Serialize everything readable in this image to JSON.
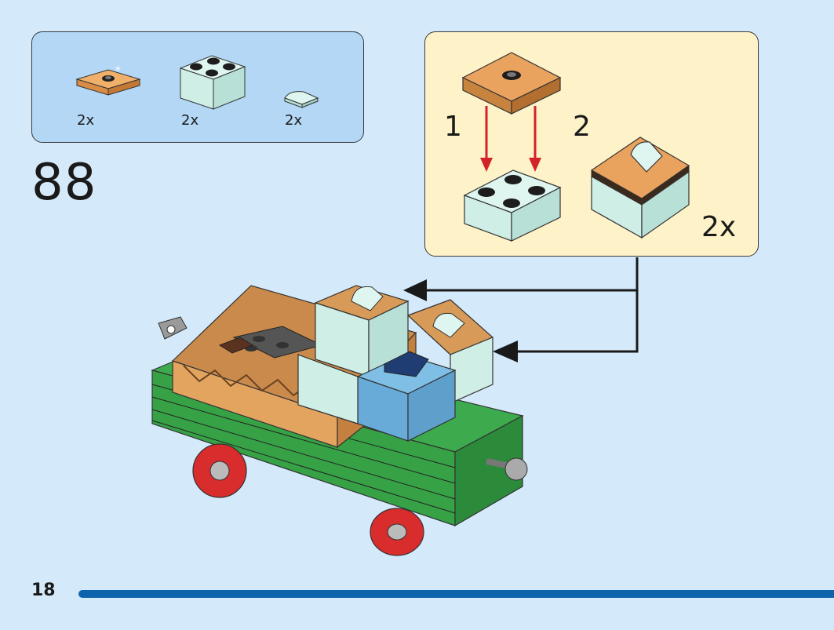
{
  "parts_list": {
    "items": [
      {
        "name": "plate-2x2-with-center-stud",
        "color": "#e9a35e",
        "quantity": "2x"
      },
      {
        "name": "brick-2x2",
        "color": "#cfeee6",
        "quantity": "2x"
      },
      {
        "name": "tile-round-quarter",
        "color": "#cfeee6",
        "quantity": "2x"
      }
    ]
  },
  "step": {
    "number": "88"
  },
  "sub_assembly": {
    "step1_label": "1",
    "step2_label": "2",
    "multiplier": "2x"
  },
  "page": {
    "number": "18"
  },
  "colors": {
    "page_background": "#d4eafb",
    "parts_box": "#b3d7f5",
    "sub_box": "#fdf2c8",
    "progress": "#0e63ad",
    "arrow_red": "#d2232a"
  }
}
